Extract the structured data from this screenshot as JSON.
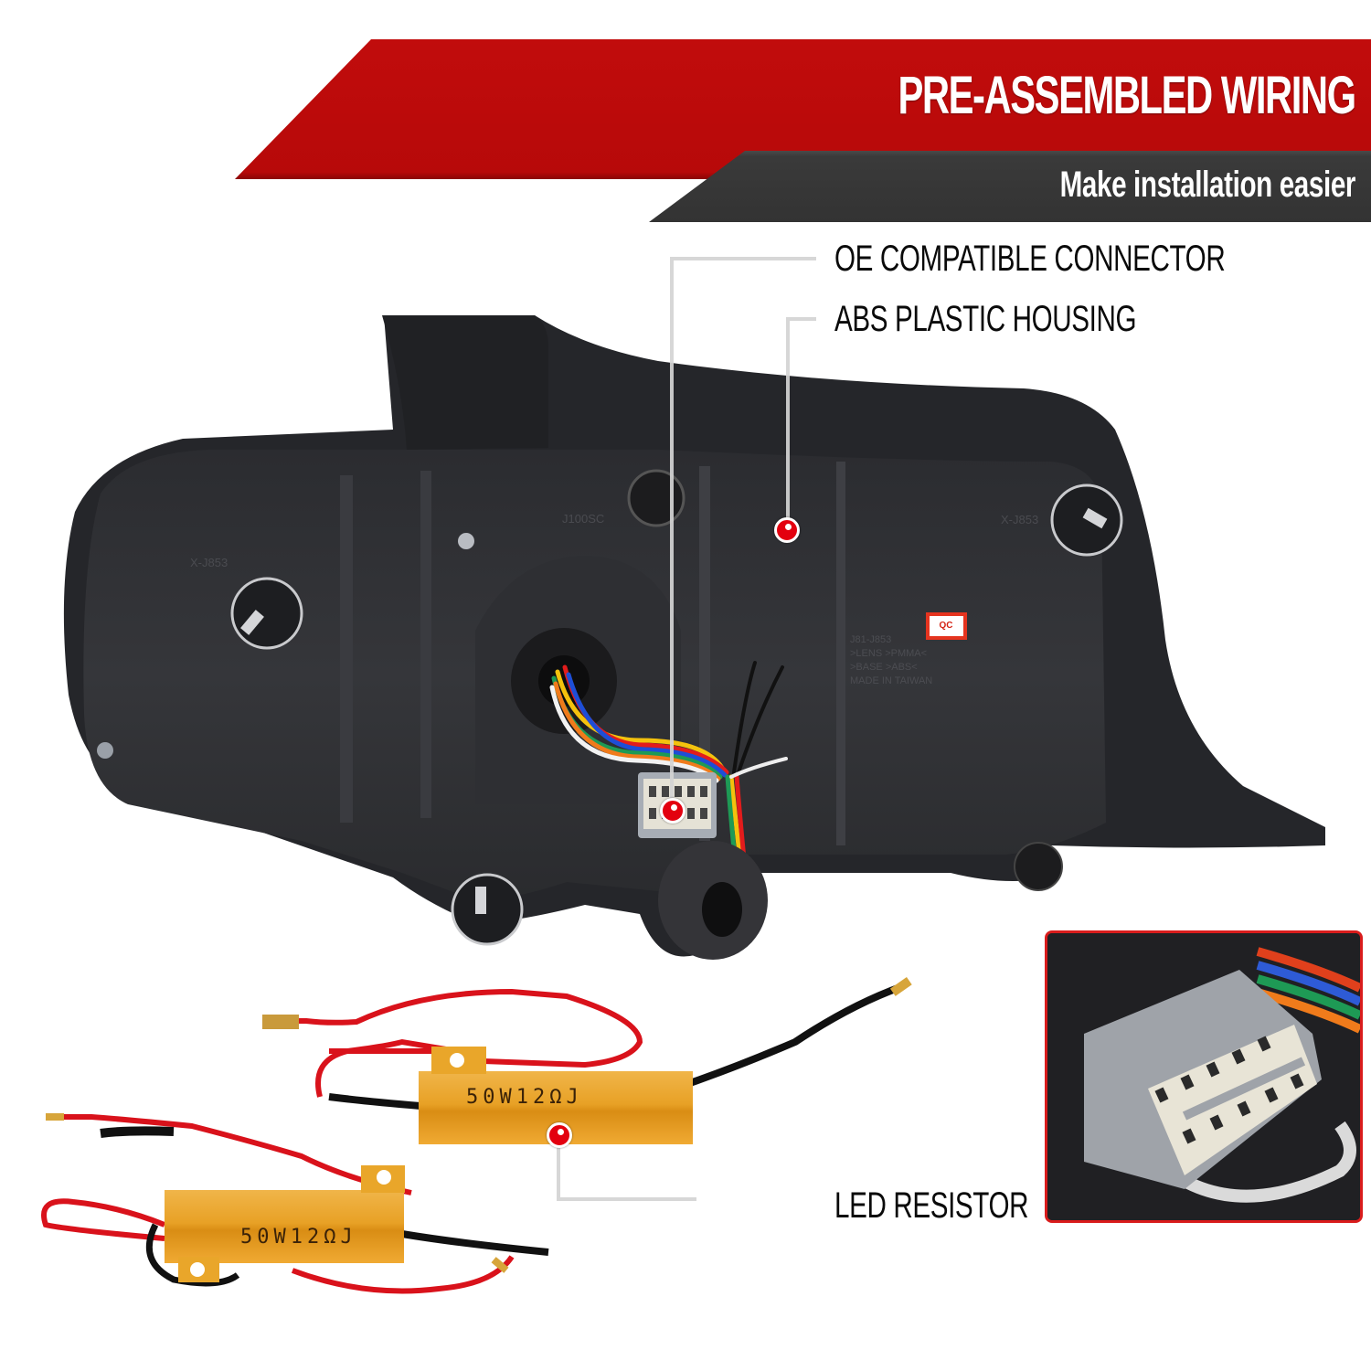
{
  "header": {
    "title": "PRE-ASSEMBLED WIRING",
    "subtitle": "Make installation easier",
    "colors": {
      "title_band": "#bd0a0a",
      "subtitle_band": "#383838",
      "text": "#ffffff"
    }
  },
  "callouts": [
    {
      "id": "oe-connector",
      "label": "OE COMPATIBLE CONNECTOR",
      "target": "wiring-harness-connector"
    },
    {
      "id": "abs-housing",
      "label": "ABS PLASTIC HOUSING",
      "target": "taillight-housing"
    },
    {
      "id": "led-resistor",
      "label": "LED RESISTOR",
      "target": "load-resistor"
    }
  ],
  "product": {
    "housing_markings": [
      "X-J853",
      "J100SC",
      "X-J853"
    ],
    "qc_sticker": "QC",
    "housing_molded_text": [
      "J81-J853",
      ">LENS >PMMA<",
      ">BASE >ABS<",
      "MADE IN TAIWAN"
    ]
  },
  "resistors": [
    {
      "marking": "50W12ΩJ"
    },
    {
      "marking": "50W12ΩJ"
    }
  ],
  "inset": {
    "subject": "connector close-up",
    "border_color": "#d91c1c"
  },
  "accent_colors": {
    "marker_dot": "#e3000f",
    "leader_line": "#d4d4d4"
  }
}
